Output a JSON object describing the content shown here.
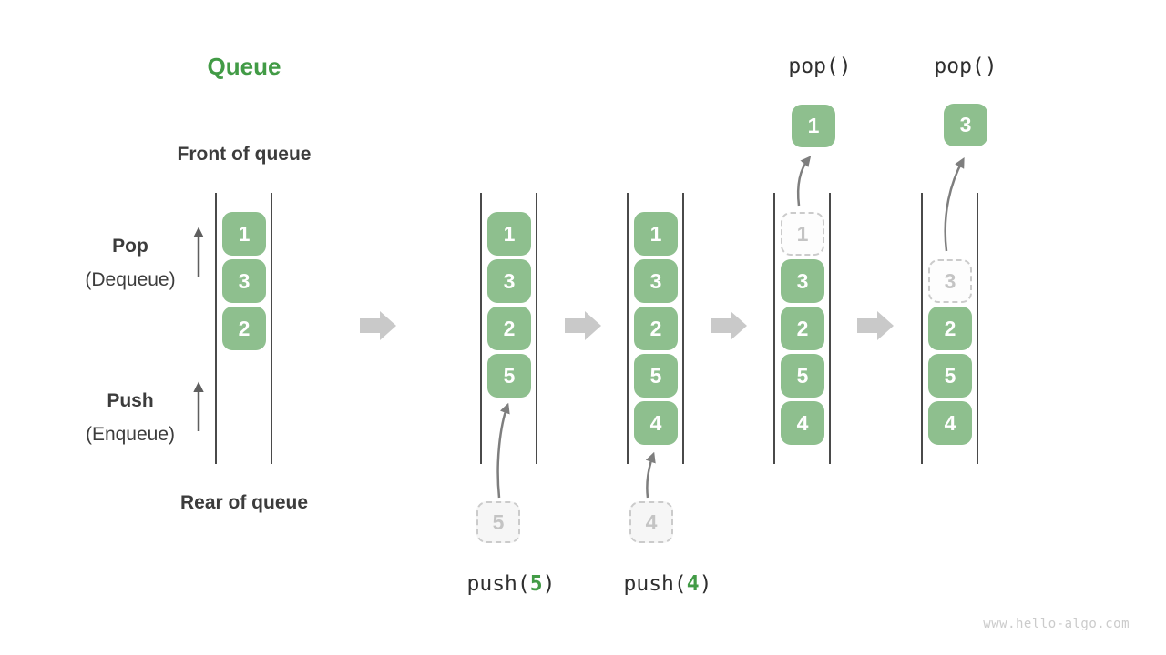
{
  "title": "Queue",
  "labels": {
    "front": "Front of queue",
    "rear": "Rear of queue",
    "pop_main": "Pop",
    "pop_sub": "(Dequeue)",
    "push_main": "Push",
    "push_sub": "(Enqueue)"
  },
  "stages": [
    {
      "name": "initial",
      "queue": [
        "1",
        "3",
        "2"
      ]
    },
    {
      "name": "after-push-5",
      "queue": [
        "1",
        "3",
        "2",
        "5"
      ],
      "pending": "5",
      "op_prefix": "push(",
      "op_arg": "5",
      "op_suffix": ")"
    },
    {
      "name": "after-push-4",
      "queue": [
        "1",
        "3",
        "2",
        "5",
        "4"
      ],
      "pending": "4",
      "op_prefix": "push(",
      "op_arg": "4",
      "op_suffix": ")"
    },
    {
      "name": "after-pop-1",
      "ghost": "1",
      "queue": [
        "3",
        "2",
        "5",
        "4"
      ],
      "popped": "1",
      "op": "pop()"
    },
    {
      "name": "after-pop-3",
      "ghost": "3",
      "queue": [
        "2",
        "5",
        "4"
      ],
      "popped": "3",
      "op": "pop()"
    }
  ],
  "watermark": "www.hello-algo.com",
  "icons": {
    "flow_arrow": "right-block-arrow",
    "push_arrow": "curved-up-arrow",
    "pop_arrow": "curved-up-arrow",
    "dequeue_direction": "up-arrow",
    "enqueue_direction": "up-arrow"
  },
  "colors": {
    "box_green": "#8EBF8E",
    "accent_green": "#429B46",
    "text_dark": "#3C3C3C",
    "code_text": "#2F2F2F",
    "queue_line": "#4A4A4A",
    "flow_arrow_gray": "#C9C9C9",
    "curve_arrow_gray": "#7E7E7E",
    "up_arrow_gray": "#5F5F5F",
    "dashed_border": "#CBCBCB",
    "dashed_text": "#C4C4C4",
    "pending_fill": "#F6F6F6",
    "watermark_gray": "#CBCBCB"
  }
}
